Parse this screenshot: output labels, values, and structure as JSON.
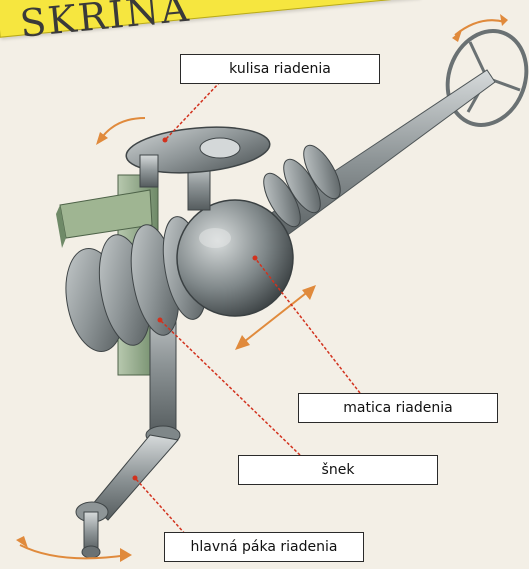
{
  "title": "SKRIŇA",
  "labels": {
    "kulisa": "kulisa riadenia",
    "matica": "matica riadenia",
    "snek": "šnek",
    "hlavna_paka": "hlavná páka riadenia"
  },
  "colors": {
    "banner": "#f6e63f",
    "leader_line": "#d2321e",
    "arrow": "#e08a3c",
    "metal": "#8e9597",
    "metal_dark": "#5d6466",
    "green_part": "#8aa382"
  }
}
